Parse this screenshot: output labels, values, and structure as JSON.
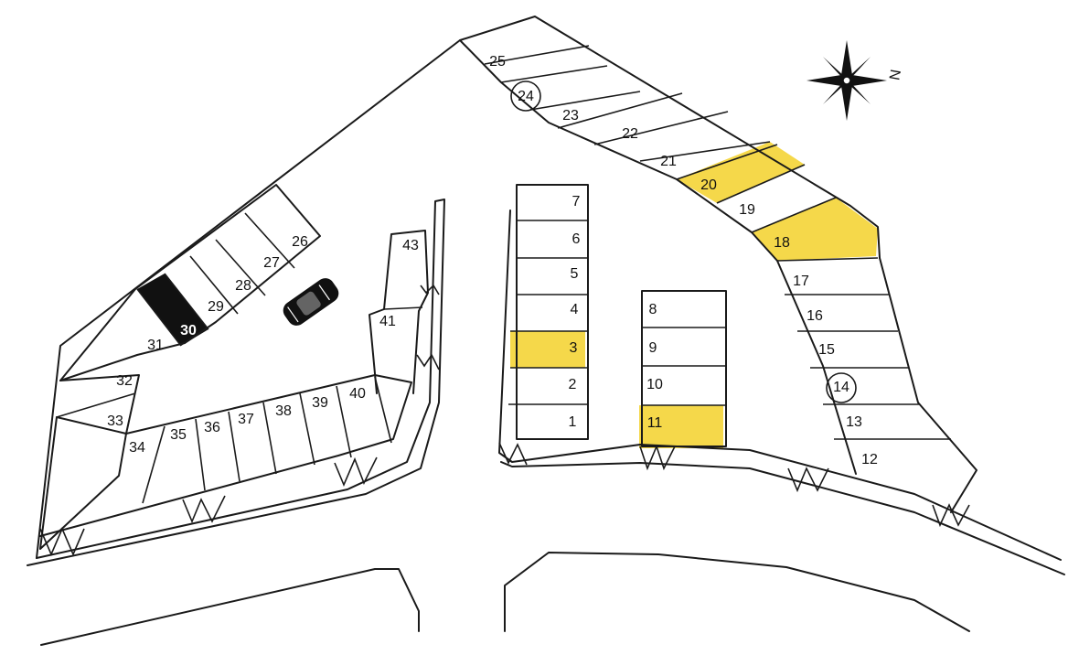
{
  "map": {
    "colors": {
      "highlight": "#f5d84a",
      "reserved": "#111111",
      "line": "#1a1a1a",
      "background": "#ffffff"
    },
    "compass_letter": "N",
    "icons": [
      "compass-rose-icon",
      "car-icon"
    ],
    "lots": [
      {
        "label": "1",
        "status": "normal"
      },
      {
        "label": "2",
        "status": "normal"
      },
      {
        "label": "3",
        "status": "highlighted"
      },
      {
        "label": "4",
        "status": "normal"
      },
      {
        "label": "5",
        "status": "normal"
      },
      {
        "label": "6",
        "status": "normal"
      },
      {
        "label": "7",
        "status": "normal"
      },
      {
        "label": "8",
        "status": "normal"
      },
      {
        "label": "9",
        "status": "normal"
      },
      {
        "label": "10",
        "status": "normal"
      },
      {
        "label": "11",
        "status": "highlighted"
      },
      {
        "label": "12",
        "status": "normal"
      },
      {
        "label": "13",
        "status": "normal"
      },
      {
        "label": "14",
        "status": "circled"
      },
      {
        "label": "15",
        "status": "normal"
      },
      {
        "label": "16",
        "status": "normal"
      },
      {
        "label": "17",
        "status": "normal"
      },
      {
        "label": "18",
        "status": "highlighted"
      },
      {
        "label": "19",
        "status": "normal"
      },
      {
        "label": "20",
        "status": "highlighted"
      },
      {
        "label": "21",
        "status": "normal"
      },
      {
        "label": "22",
        "status": "normal"
      },
      {
        "label": "23",
        "status": "normal"
      },
      {
        "label": "24",
        "status": "circled"
      },
      {
        "label": "25",
        "status": "normal"
      },
      {
        "label": "26",
        "status": "normal"
      },
      {
        "label": "27",
        "status": "normal"
      },
      {
        "label": "28",
        "status": "normal"
      },
      {
        "label": "29",
        "status": "normal"
      },
      {
        "label": "30",
        "status": "reserved"
      },
      {
        "label": "31",
        "status": "normal"
      },
      {
        "label": "32",
        "status": "normal"
      },
      {
        "label": "33",
        "status": "normal"
      },
      {
        "label": "34",
        "status": "normal"
      },
      {
        "label": "35",
        "status": "normal"
      },
      {
        "label": "36",
        "status": "normal"
      },
      {
        "label": "37",
        "status": "normal"
      },
      {
        "label": "38",
        "status": "normal"
      },
      {
        "label": "39",
        "status": "normal"
      },
      {
        "label": "40",
        "status": "normal"
      },
      {
        "label": "41",
        "status": "normal"
      },
      {
        "label": "43",
        "status": "normal"
      }
    ]
  }
}
